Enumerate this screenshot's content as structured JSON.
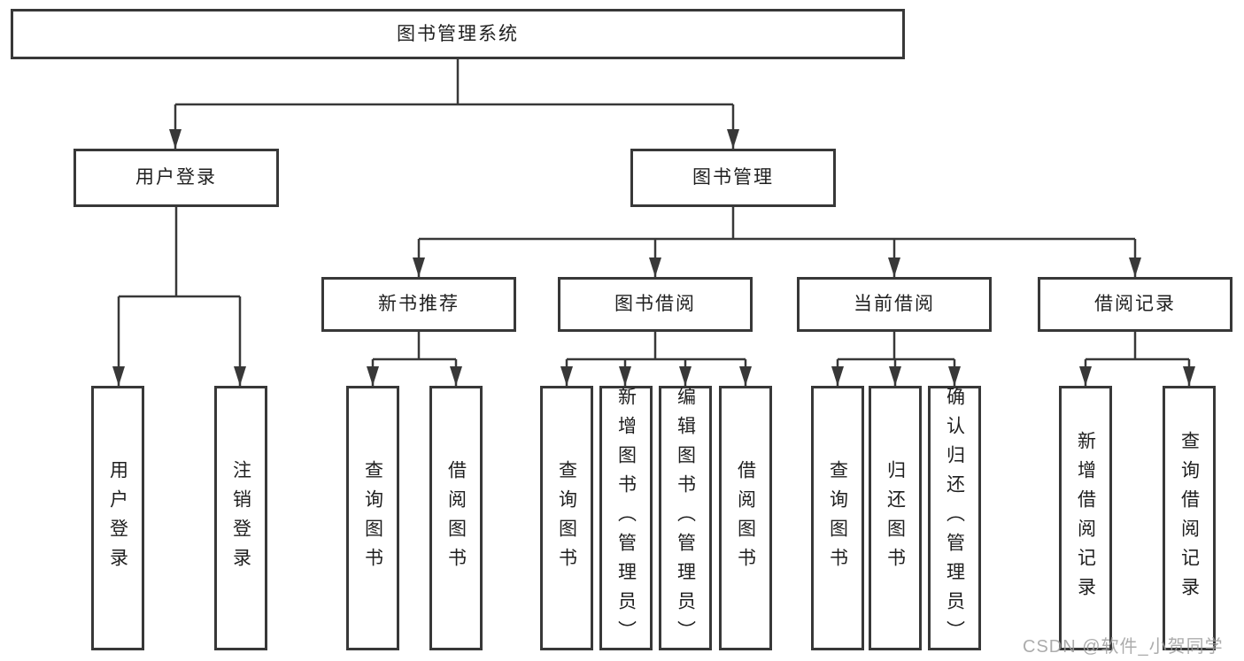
{
  "diagram": {
    "type": "hierarchy-tree",
    "colors": {
      "line": "#383838",
      "box_border": "#383838",
      "text": "#1f1f1f",
      "background": "#ffffff",
      "watermark": "#9e9e9e"
    },
    "nodes": {
      "root": {
        "label": "图书管理系统"
      },
      "groups": [
        {
          "label": "用户登录",
          "leaves": [
            {
              "label": "用户登录"
            },
            {
              "label": "注销登录"
            }
          ]
        },
        {
          "label": "图书管理",
          "sections": [
            {
              "label": "新书推荐",
              "leaves": [
                {
                  "label": "查询图书"
                },
                {
                  "label": "借阅图书"
                }
              ]
            },
            {
              "label": "图书借阅",
              "leaves": [
                {
                  "label": "查询图书"
                },
                {
                  "label": "新增图书（管理员）"
                },
                {
                  "label": "编辑图书（管理员）"
                },
                {
                  "label": "借阅图书"
                }
              ]
            },
            {
              "label": "当前借阅",
              "leaves": [
                {
                  "label": "查询图书"
                },
                {
                  "label": "归还图书"
                },
                {
                  "label": "确认归还（管理员）"
                }
              ]
            },
            {
              "label": "借阅记录",
              "leaves": [
                {
                  "label": "新增借阅记录"
                },
                {
                  "label": "查询借阅记录"
                }
              ]
            }
          ]
        }
      ]
    },
    "watermark": {
      "text": "CSDN @软件_小贺同学"
    }
  }
}
